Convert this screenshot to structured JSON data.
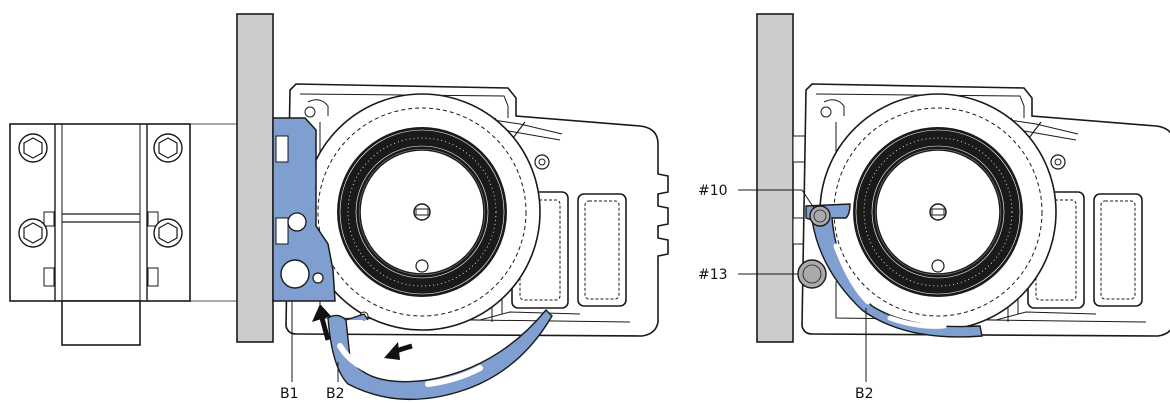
{
  "labels": {
    "b1": "B1",
    "b2_left": "B2",
    "b2_right": "B2",
    "p10": "#10",
    "p13": "#13"
  },
  "colors": {
    "wall": "#cccccc",
    "part": "#7e9fd0",
    "line": "#1a1a1a",
    "screw": "#aaaaaa"
  }
}
